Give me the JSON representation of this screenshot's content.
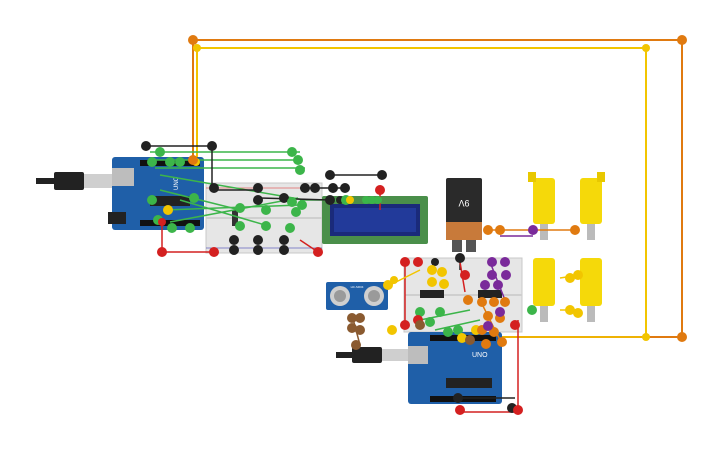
{
  "canvas": {
    "background": "#ffffff",
    "components": [
      {
        "name": "arduino-uno-left",
        "type": "arduino",
        "brand": "UNO",
        "logo": "∞ UNO"
      },
      {
        "name": "arduino-uno-bottom",
        "type": "arduino",
        "brand": "UNO",
        "logo": "∞ UNO"
      },
      {
        "name": "breadboard-left",
        "type": "breadboard"
      },
      {
        "name": "breadboard-right",
        "type": "breadboard"
      },
      {
        "name": "lcd-display",
        "type": "lcd-16x2"
      },
      {
        "name": "battery-9v",
        "type": "battery",
        "label": "9V"
      },
      {
        "name": "ultrasonic-sensor",
        "type": "hc-sr04",
        "label": "HC-SR04"
      },
      {
        "name": "dc-motor-1",
        "type": "gear-motor"
      },
      {
        "name": "dc-motor-2",
        "type": "gear-motor"
      },
      {
        "name": "dc-motor-3",
        "type": "gear-motor"
      },
      {
        "name": "dc-motor-4",
        "type": "gear-motor"
      }
    ],
    "labels": {
      "uno_left": "UNO",
      "uno_bottom": "UNO",
      "battery": "9V",
      "sensor": "HC-SR04"
    },
    "colors": {
      "arduino_board": "#1f5fa8",
      "breadboard": "#e6e6e6",
      "lcd_bezel": "#4a8f4a",
      "lcd_screen": "#1a2a7a",
      "battery_body": "#2a2a2a",
      "battery_terminal": "#c87a3a",
      "motor": "#f5d90a",
      "wire_orange": "#e07a10",
      "wire_yellow": "#f2c500",
      "wire_green": "#3cb54a",
      "wire_red": "#d42020",
      "wire_black": "#222222",
      "wire_purple": "#7a2a9a",
      "wire_brown": "#8a5a30"
    }
  }
}
